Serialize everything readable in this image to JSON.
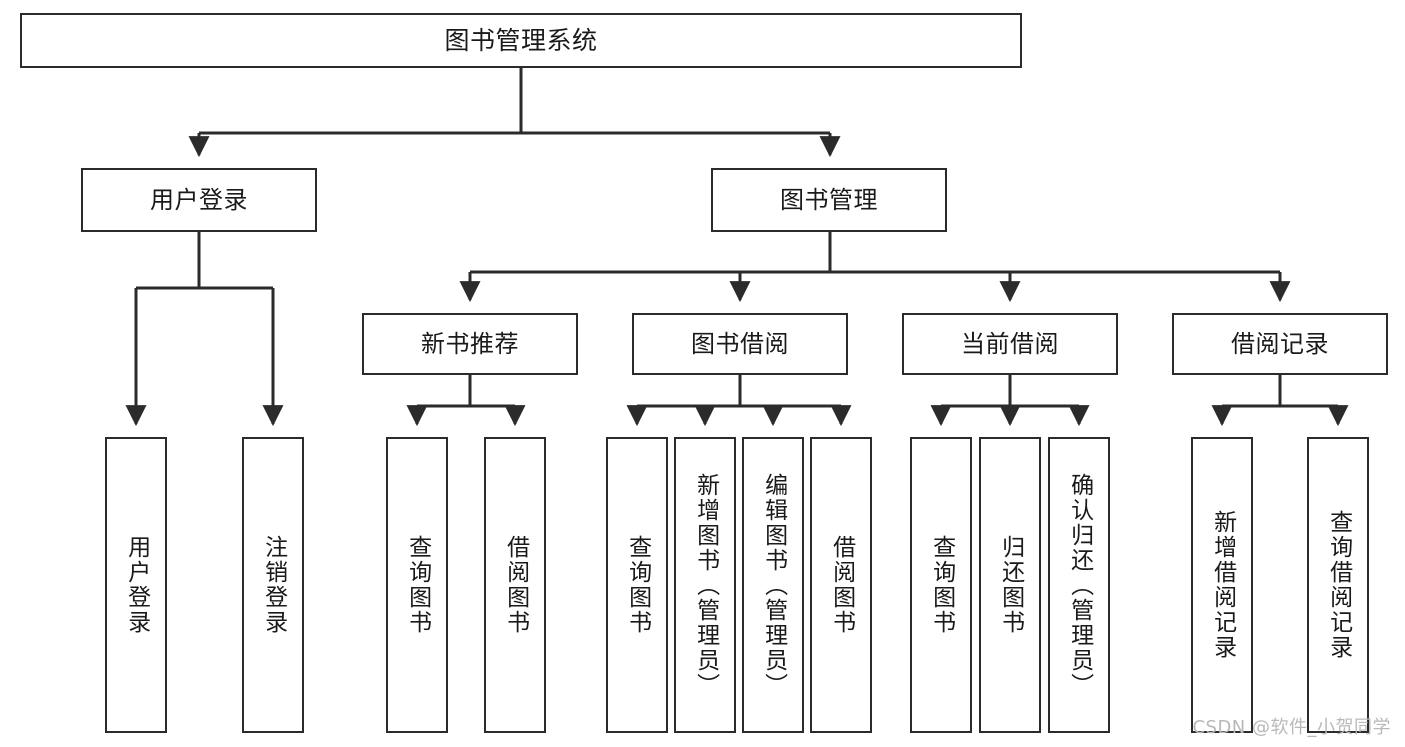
{
  "diagram": {
    "title": "图书管理系统",
    "type": "tree-hierarchy",
    "colors": {
      "box_border": "#2b2b2b",
      "box_fill": "#ffffff",
      "edge": "#2b2b2b",
      "text": "#1a1a1a",
      "watermark": "#b9b9b9"
    }
  },
  "root": {
    "label": "图书管理系统"
  },
  "level2": [
    {
      "id": "user-login",
      "label": "用户登录"
    },
    {
      "id": "book-manage",
      "label": "图书管理"
    }
  ],
  "level3": [
    {
      "id": "new-book-recommend",
      "label": "新书推荐"
    },
    {
      "id": "book-borrow",
      "label": "图书借阅"
    },
    {
      "id": "current-borrow",
      "label": "当前借阅"
    },
    {
      "id": "borrow-record",
      "label": "借阅记录"
    }
  ],
  "leaves": {
    "user_login": [
      {
        "id": "leaf-user-login",
        "label": "用户登录"
      },
      {
        "id": "leaf-logout",
        "label": "注销登录"
      }
    ],
    "new_book_recommend": [
      {
        "id": "leaf-query-book-1",
        "label": "查询图书"
      },
      {
        "id": "leaf-borrow-book-1",
        "label": "借阅图书"
      }
    ],
    "book_borrow": [
      {
        "id": "leaf-query-book-2",
        "label": "查询图书"
      },
      {
        "id": "leaf-add-book",
        "label": "新增图书（管理员）"
      },
      {
        "id": "leaf-edit-book",
        "label": "编辑图书（管理员）"
      },
      {
        "id": "leaf-borrow-book-2",
        "label": "借阅图书"
      }
    ],
    "current_borrow": [
      {
        "id": "leaf-query-book-3",
        "label": "查询图书"
      },
      {
        "id": "leaf-return-book",
        "label": "归还图书"
      },
      {
        "id": "leaf-confirm-return",
        "label": "确认归还（管理员）"
      }
    ],
    "borrow_record": [
      {
        "id": "leaf-add-record",
        "label": "新增借阅记录"
      },
      {
        "id": "leaf-query-record",
        "label": "查询借阅记录"
      }
    ]
  },
  "watermark": {
    "text": "CSDN @软件_小贺同学"
  }
}
